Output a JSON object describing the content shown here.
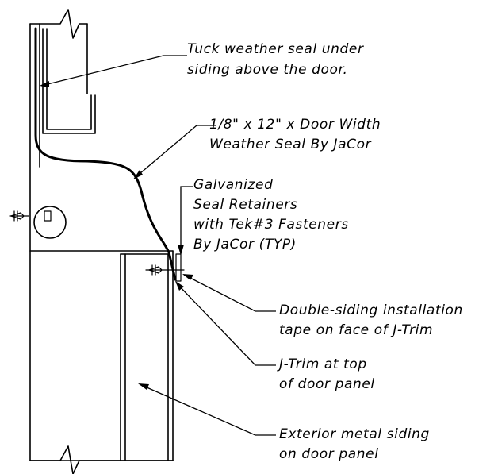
{
  "callouts": [
    {
      "id": "tuck-seal",
      "lines": [
        "Tuck weather seal under",
        "siding above the door."
      ]
    },
    {
      "id": "weather-seal",
      "lines": [
        "1/8\" x 12\" x Door Width",
        "Weather Seal By JaCor"
      ]
    },
    {
      "id": "seal-retainers",
      "lines": [
        "Galvanized",
        "Seal Retainers",
        "with Tek#3 Fasteners",
        "By JaCor (TYP)"
      ]
    },
    {
      "id": "tape",
      "lines": [
        "Double-siding installation",
        "tape on face of J-Trim"
      ]
    },
    {
      "id": "j-trim",
      "lines": [
        "J-Trim at top",
        "of door panel"
      ]
    },
    {
      "id": "siding",
      "lines": [
        "Exterior metal siding",
        "on door panel"
      ]
    }
  ],
  "colors": {
    "line": "#000000",
    "background": "#ffffff"
  }
}
